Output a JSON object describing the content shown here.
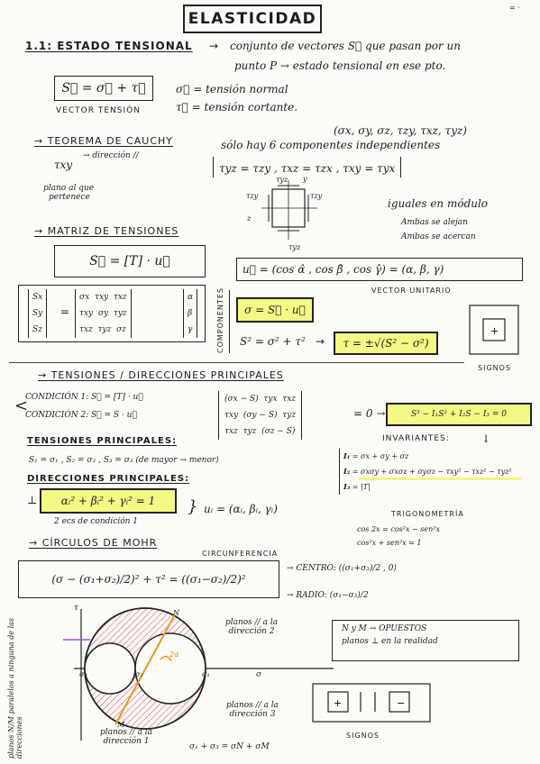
{
  "corner_mark": "= ·",
  "title": "ELASTICIDAD",
  "section_1": {
    "heading": "1.1: ESTADO TENSIONAL",
    "def_arrow": "→",
    "def_line1": "conjunto de vectores S⃗ que pasan por un",
    "def_line2": "punto P → estado tensional en ese pto.",
    "vector_eq": "S⃗ = σ⃗ + τ⃗",
    "vector_label": "VECTOR TENSIÓN",
    "sigma_def": "σ⃗ = tensión normal",
    "tau_def": "τ⃗ = tensión cortante."
  },
  "cauchy": {
    "heading": "→ TEOREMA DE CAUCHY",
    "components": "(σx, σy, σz, τzy, τxz, τyz)",
    "independent": "sólo hay 6 componentes independientes",
    "sub_label": "τxy",
    "sub_direction": "→ dirección //",
    "plane_note_1": "plano al que",
    "plane_note_2": "pertenece",
    "equalities": "τyz = τzy ,  τxz = τzx ,  τxy = τyx",
    "fig_top": "τyz",
    "fig_left": "τzy",
    "fig_right": "τzy",
    "fig_bottom": "τyz",
    "fig_z": "z",
    "fig_y": "y",
    "modulus_note": "iguales en módulo",
    "approach_1": "Ambas se alejan",
    "approach_2": "Ambas se acercan"
  },
  "matrix": {
    "heading": "→ MATRIZ DE TENSIONES",
    "eq": "S⃗ = [T] · u⃗",
    "lhs": [
      "Sx",
      "Sy",
      "Sz"
    ],
    "rows": [
      [
        "σx",
        "τxy",
        "τxz"
      ],
      [
        "τxy",
        "σy",
        "τyz"
      ],
      [
        "τxz",
        "τyz",
        "σz"
      ]
    ],
    "vec": [
      "α",
      "β",
      "γ"
    ],
    "unit_vec": "u⃗ = (cos α̂ , cos β̂ , cos γ̂) = (α, β, γ)",
    "unit_label": "VECTOR UNITARIO",
    "components_label": "COMPONENTES",
    "sigma_eq": "σ = S⃗ · u⃗",
    "s2_eq": "S² = σ² + τ²",
    "tau_eq": "τ = ±√(S² − σ²)",
    "signs_label": "SIGNOS"
  },
  "principal": {
    "heading": "→ TENSIONES / DIRECCIONES PRINCIPALES",
    "cond1": "CONDICIÓN 1: S⃗ = [T] · u⃗",
    "cond2": "CONDICIÓN 2: S⃗ = S · u⃗",
    "det_rows": [
      [
        "(σx − S)",
        "τyx",
        "τxz"
      ],
      [
        "τxy",
        "(σy − S)",
        "τyz"
      ],
      [
        "τxz",
        "τyz",
        "(σz − S)"
      ]
    ],
    "det_zero": "= 0 →",
    "char_eq": "S³ − I₁S² + I₂S − I₃ = 0",
    "tp_heading": "TENSIONES PRINCIPALES:",
    "tp_line": "S₁ = σ₁ ,  S₂ = σ₂ ,  S₃ = σ₃   (de mayor → menor)",
    "inv_heading": "INVARIANTES:",
    "inv_down": "↓",
    "i1_label": "I₁",
    "i1": "= σx + σy + σz",
    "i2_label": "I₂",
    "i2": "= σxσy + σxσz + σyσz − τxy² − τxz² − τyz²",
    "i3_label": "I₃",
    "i3": "= |T|",
    "dp_heading": "DIRECCIONES PRINCIPALES:",
    "perp": "⊥",
    "dp_eq": "αᵢ² + βᵢ² + γᵢ² = 1",
    "dp_brace": "}",
    "dp_ui": "uᵢ = (αᵢ, βᵢ, γᵢ)",
    "dp_note": "2 ecs de condición 1"
  },
  "mohr": {
    "heading": "→ CÍRCULOS DE MOHR",
    "circ_label": "CIRCUNFERENCIA",
    "eq": "(σ − (σ₁+σ₂)/2)² + τ² = ((σ₁−σ₂)/2)²",
    "centro": "→ CENTRO:  ((σ₁+σ₃)/2 , 0)",
    "radio": "→ RADIO:  (σ₁−σ₃)/2",
    "axis_tau": "τ",
    "axis_sigma": "σ",
    "s1": "σ₁",
    "s2": "σ₂",
    "s3": "σ₃",
    "N": "N",
    "M": "M",
    "angle": "2α",
    "planes_2": "planos // a la dirección 2",
    "planes_3": "planos // a la dirección 3",
    "planes_1": "planos // a la dirección 1",
    "side_note": "planos N/M paralelos a ninguna de las direcciones",
    "sum_eq": "σ₁ + σ₃ = σN + σM",
    "opp_line1": "N y M → OPUESTOS",
    "opp_line2": "planos ⊥ en la realidad",
    "signs_label": "SIGNOS"
  }
}
